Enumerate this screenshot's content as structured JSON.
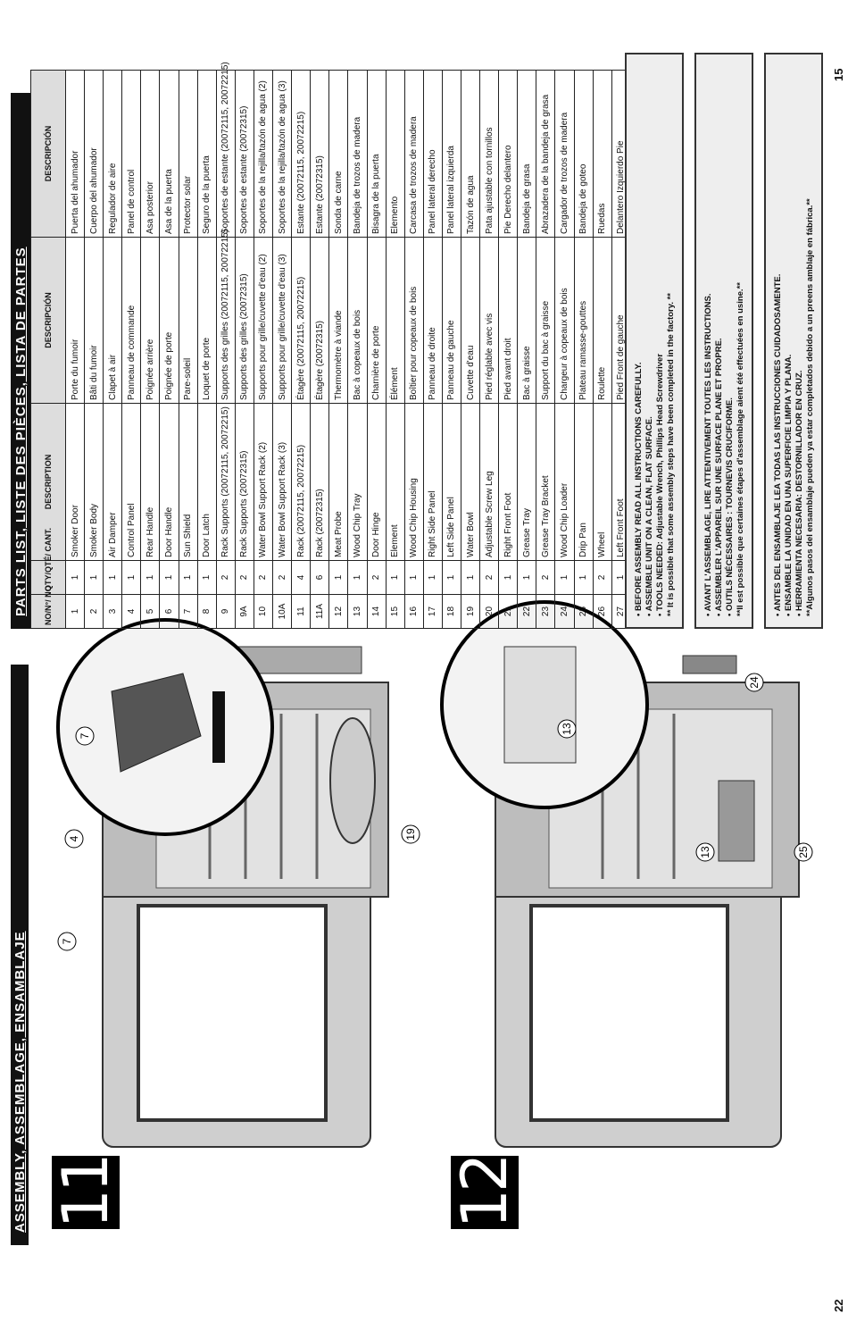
{
  "pages": {
    "left": "22",
    "right": "15"
  },
  "left_page": {
    "header": "ASSEMBLY, ASSEMBLAGE, ENSAMBLAJE",
    "steps": [
      {
        "number": "11",
        "callouts": [
          "7",
          "4",
          "7",
          "19"
        ]
      },
      {
        "number": "12",
        "callouts": [
          "13",
          "13",
          "24",
          "25"
        ]
      }
    ]
  },
  "right_page": {
    "header": "PARTS LIST, LISTE DES PIÈCES, LISTA DE PARTES",
    "columns": [
      "NO/N°/ NO",
      "QTY/QTÉ/ CANT.",
      "DESCRIPTION",
      "DESCRIPCIÓN",
      "DESCRIPCIÓN"
    ],
    "rows": [
      [
        "1",
        "1",
        "Smoker Door",
        "Porte du fumoir",
        "Puerta del ahumador"
      ],
      [
        "2",
        "1",
        "Smoker Body",
        "Bâti du fumoir",
        "Cuerpo del ahumador"
      ],
      [
        "3",
        "1",
        "Air Damper",
        "Clapet à air",
        "Regulador de aire"
      ],
      [
        "4",
        "1",
        "Control Panel",
        "Panneau de commande",
        "Panel de control"
      ],
      [
        "5",
        "1",
        "Rear Handle",
        "Poignée arrière",
        "Asa posterior"
      ],
      [
        "6",
        "1",
        "Door Handle",
        "Poignée de porte",
        "Asa de la puerta"
      ],
      [
        "7",
        "1",
        "Sun Shield",
        "Pare-soleil",
        "Protector solar"
      ],
      [
        "8",
        "1",
        "Door Latch",
        "Loquet de porte",
        "Seguro de la puerta"
      ],
      [
        "9",
        "2",
        "Rack Supports (20072115, 20072215)",
        "Supports des grilles (20072115, 20072215)",
        "Soportes de estante (20072115, 20072215)"
      ],
      [
        "9A",
        "2",
        "Rack Supports (20072315)",
        "Supports des grilles (20072315)",
        "Soportes de estante (20072315)"
      ],
      [
        "10",
        "2",
        "Water Bowl Support Rack (2)",
        "Supports pour grille/cuvette d'eau (2)",
        "Soportes de la rejilla/tazón de agua (2)"
      ],
      [
        "10A",
        "2",
        "Water Bowl Support Rack (3)",
        "Supports pour grille/cuvette d'eau (3)",
        "Soportes de la rejilla/tazón de agua (3)"
      ],
      [
        "11",
        "4",
        "Rack (20072115, 20072215)",
        "Étagère (20072115, 20072215)",
        "Estante (20072115, 20072215)"
      ],
      [
        "11A",
        "6",
        "Rack (20072315)",
        "Étagère (20072315)",
        "Estante (20072315)"
      ],
      [
        "12",
        "1",
        "Meat Probe",
        "Thermomètre à viande",
        "Sonda de carne"
      ],
      [
        "13",
        "1",
        "Wood Chip Tray",
        "Bac à copeaux de bois",
        "Bandeja de trozos de madera"
      ],
      [
        "14",
        "2",
        "Door Hinge",
        "Charnière de porte",
        "Bisagra de la puerta"
      ],
      [
        "15",
        "1",
        "Element",
        "Élément",
        "Elemento"
      ],
      [
        "16",
        "1",
        "Wood Chip Housing",
        "Boîtier pour copeaux de bois",
        "Carcasa de trozos de madera"
      ],
      [
        "17",
        "1",
        "Right Side Panel",
        "Panneau de droite",
        "Panel lateral derecho"
      ],
      [
        "18",
        "1",
        "Left Side Panel",
        "Panneau de gauche",
        "Panel lateral izquierda"
      ],
      [
        "19",
        "1",
        "Water Bowl",
        "Cuvette d'eau",
        "Tazón de agua"
      ],
      [
        "20",
        "2",
        "Adjustable Screw Leg",
        "Pied réglable avec vis",
        "Pata ajustable con tornillos"
      ],
      [
        "21",
        "1",
        "Right Front Foot",
        "Pied avant droit",
        "Pie Derecho delantero"
      ],
      [
        "22",
        "1",
        "Grease Tray",
        "Bac à graisse",
        "Bandeja de grasa"
      ],
      [
        "23",
        "2",
        "Grease Tray Bracket",
        "Support du bac à graisse",
        "Abrazadera de la bandeja de grasa"
      ],
      [
        "24",
        "1",
        "Wood Chip Loader",
        "Chargeur à copeaux de bois",
        "Cargador de trozos de madera"
      ],
      [
        "25",
        "1",
        "Drip Pan",
        "Plateau ramasse-gouttes",
        "Bandeja de goteo"
      ],
      [
        "26",
        "2",
        "Wheel",
        "Roulette",
        "Ruedas"
      ],
      [
        "27",
        "1",
        "Left Front Foot",
        "Pied Front de gauche",
        "Delantero Izquierdo Pie"
      ]
    ],
    "notes": [
      {
        "lang": "en",
        "lines": [
          "• BEFORE ASSEMBLY READ ALL INSTRUCTIONS CAREFULLY.",
          "• ASSEMBLE UNIT ON A CLEAN, FLAT SURFACE.",
          "• TOOLS NEEDED: Adjustable Wrench, Phillips Head Screwdriver",
          "** It is possible that some assembly steps have been completed in the factory. **"
        ]
      },
      {
        "lang": "fr",
        "lines": [
          "• AVANT L'ASSEMBLAGE, LIRE ATTENTIVEMENT TOUTES LES INSTRUCTIONS.",
          "• ASSEMBLER L'APPAREIL SUR UNE SURFACE PLANE ET PROPRE.",
          "• OUTILS NÉCESSAIRES : TOURNEVIS CRUCIFORME.",
          "**Il est possible que certaines étapes d'assemblage aient été effectuées en usine.**"
        ]
      },
      {
        "lang": "es",
        "lines": [
          "• ANTES DEL ENSAMBLAJE LEA TODAS LAS INSTRUCCIONES CUIDADOSAMENTE.",
          "• ENSAMBLE LA UNIDAD EN UNA SUPERFICIE LIMPIA Y PLANA.",
          "• HERRAMIENTA NECESARIA: DESTORNILLADOR EN CRUZ.",
          "**Algunos pasos del ensamblaje pueden ya estar completados debido a un preens amblaje en fábrica.**"
        ]
      }
    ]
  },
  "colors": {
    "banner": "#111111",
    "header_fill": "#dddddd",
    "note_fill": "#eeeeee"
  },
  "icons": [
    "smoker-illustration",
    "zoom-circle",
    "arrow-icon",
    "callout-circle"
  ]
}
